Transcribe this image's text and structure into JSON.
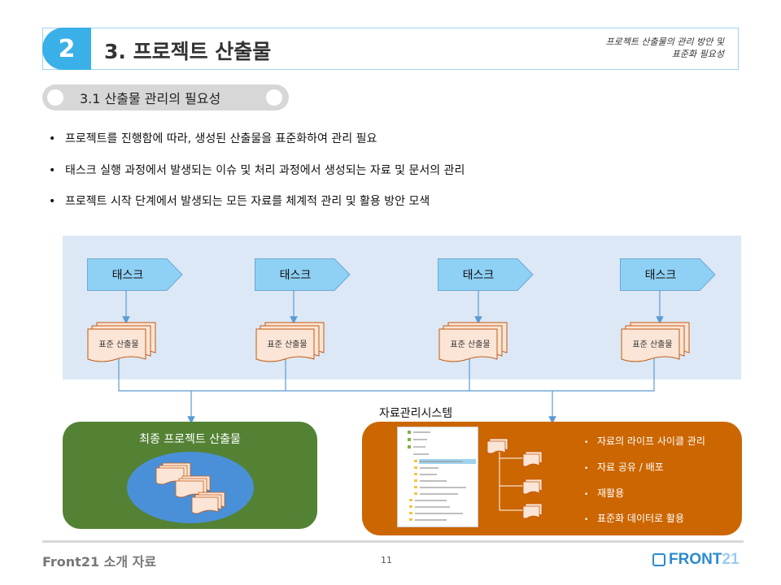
{
  "header": {
    "number": "2",
    "title": "3. 프로젝트 산출물",
    "subtitle_line1": "프로젝트 산출물의 관리 방안 및",
    "subtitle_line2": "표준화 필요성"
  },
  "section": {
    "title": "3.1 산출물 관리의 필요성"
  },
  "bullets": [
    "프로젝트를 진행함에 따라, 생성된 산출물을 표준화하여 관리 필요",
    "태스크 실행 과정에서 발생되는 이슈 및 처리 과정에서 생성되는 자료 및 문서의 관리",
    "프로젝트 시작 단계에서 발생되는 모든 자료를 체계적 관리 및 활용 방안 모색"
  ],
  "flow": {
    "tasks": [
      "태스크",
      "태스크",
      "태스크",
      "태스크"
    ],
    "artifacts": [
      "표준 산출물",
      "표준 산출물",
      "표준 산출물",
      "표준 산출물"
    ]
  },
  "final": {
    "title": "최종 프로젝트 산출물"
  },
  "system": {
    "label": "자료관리시스템",
    "items": [
      "자료의 라이프 사이클 관리",
      "자료 공유 / 배포",
      "재활용",
      "표준화 데이터로 활용"
    ]
  },
  "footer": {
    "left": "Front21 소개 자료",
    "page": "11",
    "logo_main": "FRONT",
    "logo_num": "21"
  },
  "colors": {
    "accent": "#3ab0e8",
    "task_fill": "#8fd0f5",
    "artifact_fill": "#fbe5d6",
    "artifact_stroke": "#c55a11",
    "final_green": "#548235",
    "system_orange": "#cc6600",
    "flow_panel": "#dce8f5"
  }
}
